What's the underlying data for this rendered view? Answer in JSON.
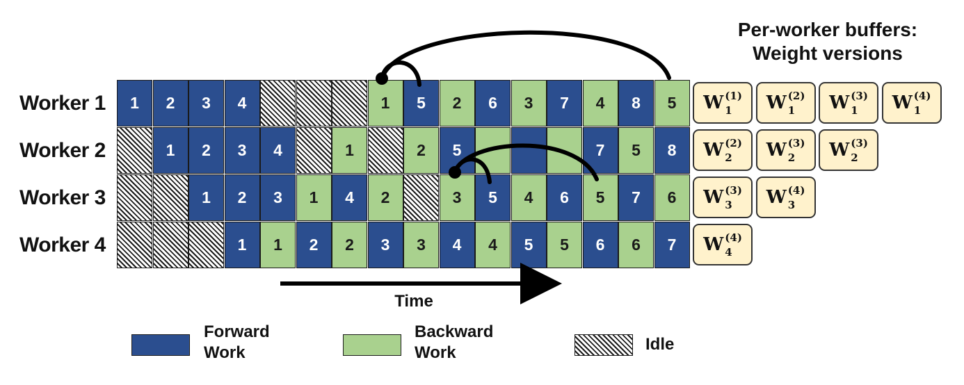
{
  "workers": [
    {
      "label": "Worker 1",
      "cells": [
        {
          "type": "fwd",
          "text": "1"
        },
        {
          "type": "fwd",
          "text": "2"
        },
        {
          "type": "fwd",
          "text": "3"
        },
        {
          "type": "fwd",
          "text": "4"
        },
        {
          "type": "idle",
          "text": ""
        },
        {
          "type": "idle",
          "text": ""
        },
        {
          "type": "idle",
          "text": ""
        },
        {
          "type": "bwd",
          "text": "1"
        },
        {
          "type": "fwd",
          "text": "5"
        },
        {
          "type": "bwd",
          "text": "2"
        },
        {
          "type": "fwd",
          "text": "6"
        },
        {
          "type": "bwd",
          "text": "3"
        },
        {
          "type": "fwd",
          "text": "7"
        },
        {
          "type": "bwd",
          "text": "4"
        },
        {
          "type": "fwd",
          "text": "8"
        },
        {
          "type": "bwd",
          "text": "5"
        }
      ]
    },
    {
      "label": "Worker 2",
      "cells": [
        {
          "type": "idle",
          "text": ""
        },
        {
          "type": "fwd",
          "text": "1"
        },
        {
          "type": "fwd",
          "text": "2"
        },
        {
          "type": "fwd",
          "text": "3"
        },
        {
          "type": "fwd",
          "text": "4"
        },
        {
          "type": "idle",
          "text": ""
        },
        {
          "type": "bwd",
          "text": "1"
        },
        {
          "type": "idle",
          "text": ""
        },
        {
          "type": "bwd",
          "text": "2"
        },
        {
          "type": "fwd",
          "text": "5"
        },
        {
          "type": "bwd",
          "text": ""
        },
        {
          "type": "fwd",
          "text": ""
        },
        {
          "type": "bwd",
          "text": ""
        },
        {
          "type": "fwd",
          "text": "7"
        },
        {
          "type": "bwd",
          "text": "5"
        },
        {
          "type": "fwd",
          "text": "8"
        }
      ]
    },
    {
      "label": "Worker 3",
      "cells": [
        {
          "type": "idle",
          "text": ""
        },
        {
          "type": "idle",
          "text": ""
        },
        {
          "type": "fwd",
          "text": "1"
        },
        {
          "type": "fwd",
          "text": "2"
        },
        {
          "type": "fwd",
          "text": "3"
        },
        {
          "type": "bwd",
          "text": "1"
        },
        {
          "type": "fwd",
          "text": "4"
        },
        {
          "type": "bwd",
          "text": "2"
        },
        {
          "type": "idle",
          "text": ""
        },
        {
          "type": "bwd",
          "text": "3"
        },
        {
          "type": "fwd",
          "text": "5"
        },
        {
          "type": "bwd",
          "text": "4"
        },
        {
          "type": "fwd",
          "text": "6"
        },
        {
          "type": "bwd",
          "text": "5"
        },
        {
          "type": "fwd",
          "text": "7"
        },
        {
          "type": "bwd",
          "text": "6"
        }
      ]
    },
    {
      "label": "Worker 4",
      "cells": [
        {
          "type": "idle",
          "text": ""
        },
        {
          "type": "idle",
          "text": ""
        },
        {
          "type": "idle",
          "text": ""
        },
        {
          "type": "fwd",
          "text": "1"
        },
        {
          "type": "bwd",
          "text": "1"
        },
        {
          "type": "fwd",
          "text": "2"
        },
        {
          "type": "bwd",
          "text": "2"
        },
        {
          "type": "fwd",
          "text": "3"
        },
        {
          "type": "bwd",
          "text": "3"
        },
        {
          "type": "fwd",
          "text": "4"
        },
        {
          "type": "bwd",
          "text": "4"
        },
        {
          "type": "fwd",
          "text": "5"
        },
        {
          "type": "bwd",
          "text": "5"
        },
        {
          "type": "fwd",
          "text": "6"
        },
        {
          "type": "bwd",
          "text": "6"
        },
        {
          "type": "fwd",
          "text": "7"
        }
      ]
    }
  ],
  "buffers": {
    "title_line1": "Per-worker buffers:",
    "title_line2": "Weight versions",
    "rows": [
      [
        {
          "base": "W",
          "sub": "1",
          "sup": "(1)"
        },
        {
          "base": "W",
          "sub": "1",
          "sup": "(2)"
        },
        {
          "base": "W",
          "sub": "1",
          "sup": "(3)"
        },
        {
          "base": "W",
          "sub": "1",
          "sup": "(4)"
        }
      ],
      [
        {
          "base": "W",
          "sub": "2",
          "sup": "(2)"
        },
        {
          "base": "W",
          "sub": "2",
          "sup": "(3)"
        },
        {
          "base": "W",
          "sub": "2",
          "sup": "(3)"
        }
      ],
      [
        {
          "base": "W",
          "sub": "3",
          "sup": "(3)"
        },
        {
          "base": "W",
          "sub": "3",
          "sup": "(4)"
        }
      ],
      [
        {
          "base": "W",
          "sub": "4",
          "sup": "(4)"
        }
      ]
    ]
  },
  "time_label": "Time",
  "legend": {
    "forward": {
      "line1": "Forward",
      "line2": "Work"
    },
    "backward": {
      "line1": "Backward",
      "line2": "Work"
    },
    "idle": "Idle"
  },
  "colors": {
    "forward": "#2b4e8f",
    "backward": "#a9d18e",
    "buffer_fill": "#fff2cc",
    "ink": "#111111"
  }
}
